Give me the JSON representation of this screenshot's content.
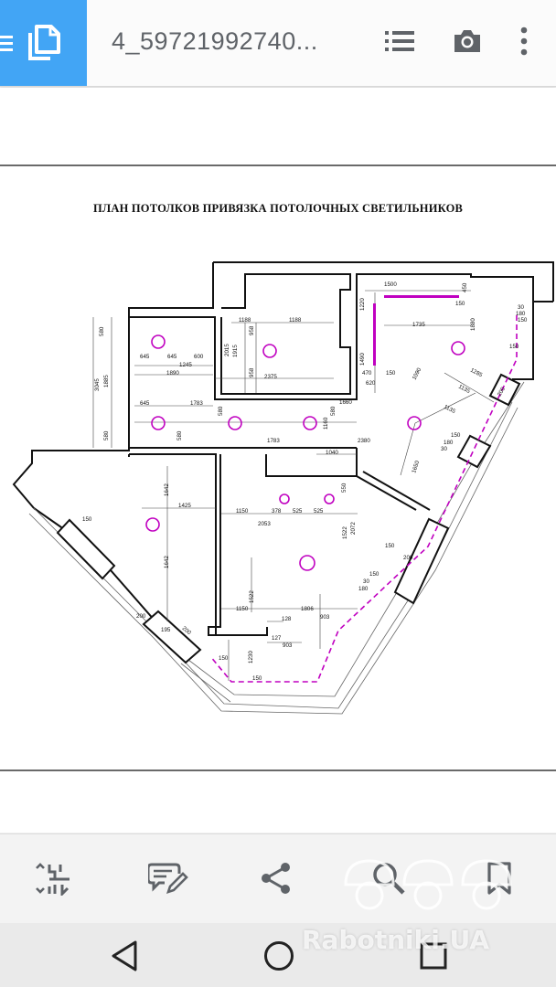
{
  "toolbar": {
    "title": "4_59721992740...",
    "icons": [
      "menu-icon",
      "document-icon",
      "list-icon",
      "camera-icon",
      "more-vert-icon"
    ]
  },
  "document": {
    "title": "ПЛАН ПОТОЛКОВ ПРИВЯЗКА ПОТОЛОЧНЫХ СВЕТИЛЬНИКОВ",
    "dimensions": {
      "d580a": "580",
      "d1885": "1885",
      "d3045": "3045",
      "d580b": "580",
      "d645a": "645",
      "d645b": "645",
      "d600": "600",
      "d1245": "1245",
      "d1890": "1890",
      "d1188a": "1188",
      "d1188b": "1188",
      "d958a": "958",
      "d958b": "958",
      "d2015": "2015",
      "d1915": "1915",
      "d2375": "2375",
      "d645c": "645",
      "d1783a": "1783",
      "d580c": "580",
      "d580d": "580",
      "d1160": "1160",
      "d580e": "580",
      "d1783b": "1783",
      "d2380": "2380",
      "d1040": "1040",
      "d1660": "1660",
      "d1500": "1500",
      "d450": "450",
      "d150a": "150",
      "d1220": "1220",
      "d1735": "1735",
      "d1880": "1880",
      "d30a": "30",
      "d180a": "180",
      "d150b": "150",
      "d1490": "1490",
      "d470": "470",
      "d150c": "150",
      "d620": "620",
      "d1090": "1090",
      "d1285": "1285",
      "d1135a": "1135",
      "d1135b": "1135",
      "d150d": "150",
      "d200a": "200",
      "d150e": "150",
      "d180b": "180",
      "d30b": "30",
      "d1650": "1650",
      "d1642a": "1642",
      "d1425": "1425",
      "d1642b": "1642",
      "d150f": "150",
      "d1150a": "1150",
      "d378": "378",
      "d525a": "525",
      "d525b": "525",
      "d550": "550",
      "d2053": "2053",
      "d1522a": "1522",
      "d2072": "2072",
      "d1522b": "1522",
      "d150g": "150",
      "d200b": "200",
      "d150h": "150",
      "d30c": "30",
      "d180c": "180",
      "d1150b": "1150",
      "d1806": "1806",
      "d128": "128",
      "d903a": "903",
      "d127": "127",
      "d903b": "903",
      "d1230": "1230",
      "d150i": "150",
      "d150j": "150",
      "d200c": "200",
      "d195": "195",
      "d200d": "200"
    }
  },
  "bottombar": {
    "icons": [
      "split-view-icon",
      "comment-edit-icon",
      "share-icon",
      "search-icon",
      "bookmark-icon"
    ]
  },
  "navbar": {
    "icons": [
      "back-icon",
      "home-icon",
      "recents-icon"
    ]
  },
  "watermark": "Rabotniki.UA",
  "colors": {
    "accent": "#42a5f5",
    "light_marker": "#c000c0",
    "background": "#ffffff"
  }
}
